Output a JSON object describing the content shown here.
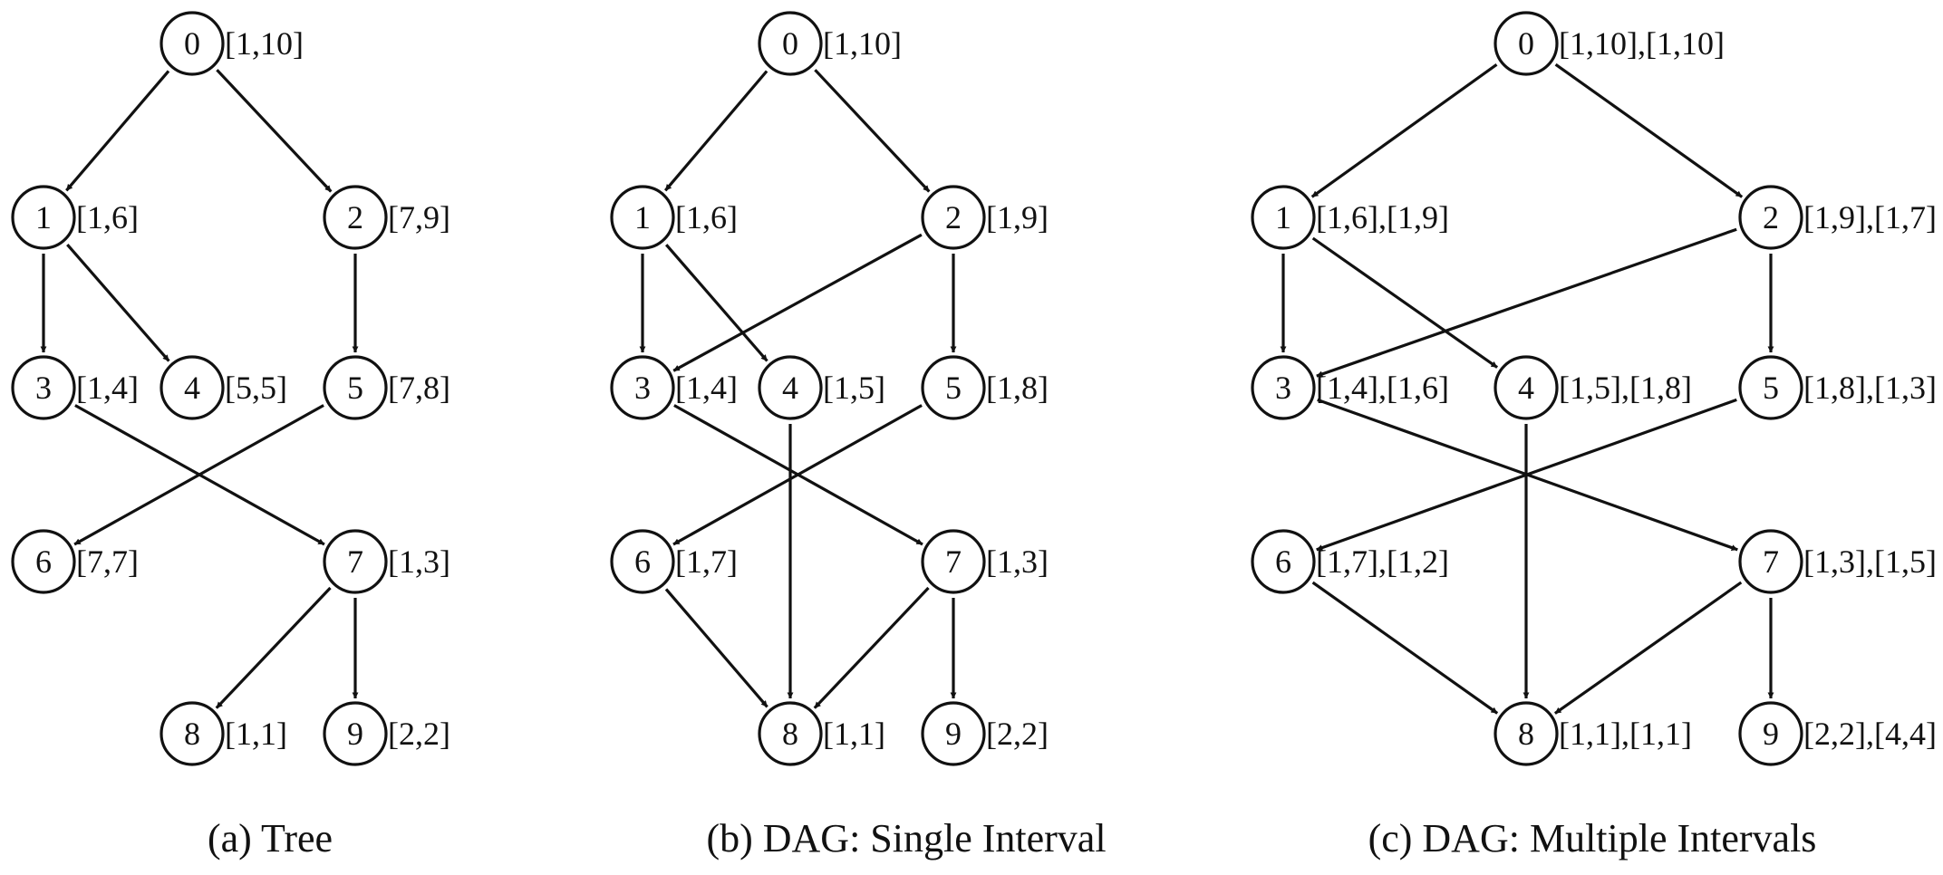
{
  "colors": {
    "stroke": "#111111",
    "background": "#ffffff"
  },
  "panels": [
    {
      "id": "tree",
      "caption": "(a) Tree",
      "nodes": [
        {
          "id": "0",
          "label": "[1,10]"
        },
        {
          "id": "1",
          "label": "[1,6]"
        },
        {
          "id": "2",
          "label": "[7,9]"
        },
        {
          "id": "3",
          "label": "[1,4]"
        },
        {
          "id": "4",
          "label": "[5,5]"
        },
        {
          "id": "5",
          "label": "[7,8]"
        },
        {
          "id": "6",
          "label": "[7,7]"
        },
        {
          "id": "7",
          "label": "[1,3]"
        },
        {
          "id": "8",
          "label": "[1,1]"
        },
        {
          "id": "9",
          "label": "[2,2]"
        }
      ],
      "edges": [
        [
          "0",
          "1"
        ],
        [
          "0",
          "2"
        ],
        [
          "1",
          "3"
        ],
        [
          "1",
          "4"
        ],
        [
          "2",
          "5"
        ],
        [
          "3",
          "7"
        ],
        [
          "5",
          "6"
        ],
        [
          "7",
          "8"
        ],
        [
          "7",
          "9"
        ]
      ]
    },
    {
      "id": "dag-single",
      "caption": "(b) DAG: Single Interval",
      "nodes": [
        {
          "id": "0",
          "label": "[1,10]"
        },
        {
          "id": "1",
          "label": "[1,6]"
        },
        {
          "id": "2",
          "label": "[1,9]"
        },
        {
          "id": "3",
          "label": "[1,4]"
        },
        {
          "id": "4",
          "label": "[1,5]"
        },
        {
          "id": "5",
          "label": "[1,8]"
        },
        {
          "id": "6",
          "label": "[1,7]"
        },
        {
          "id": "7",
          "label": "[1,3]"
        },
        {
          "id": "8",
          "label": "[1,1]"
        },
        {
          "id": "9",
          "label": "[2,2]"
        }
      ],
      "edges": [
        [
          "0",
          "1"
        ],
        [
          "0",
          "2"
        ],
        [
          "1",
          "3"
        ],
        [
          "1",
          "4"
        ],
        [
          "2",
          "3"
        ],
        [
          "2",
          "5"
        ],
        [
          "3",
          "7"
        ],
        [
          "4",
          "8"
        ],
        [
          "5",
          "6"
        ],
        [
          "6",
          "8"
        ],
        [
          "7",
          "8"
        ],
        [
          "7",
          "9"
        ]
      ]
    },
    {
      "id": "dag-multiple",
      "caption": "(c) DAG: Multiple Intervals",
      "nodes": [
        {
          "id": "0",
          "label": "[1,10],[1,10]"
        },
        {
          "id": "1",
          "label": "[1,6],[1,9]"
        },
        {
          "id": "2",
          "label": "[1,9],[1,7]"
        },
        {
          "id": "3",
          "label": "[1,4],[1,6]"
        },
        {
          "id": "4",
          "label": "[1,5],[1,8]"
        },
        {
          "id": "5",
          "label": "[1,8],[1,3]"
        },
        {
          "id": "6",
          "label": "[1,7],[1,2]"
        },
        {
          "id": "7",
          "label": "[1,3],[1,5]"
        },
        {
          "id": "8",
          "label": "[1,1],[1,1]"
        },
        {
          "id": "9",
          "label": "[2,2],[4,4]"
        }
      ],
      "edges": [
        [
          "0",
          "1"
        ],
        [
          "0",
          "2"
        ],
        [
          "1",
          "3"
        ],
        [
          "1",
          "4"
        ],
        [
          "2",
          "3"
        ],
        [
          "2",
          "5"
        ],
        [
          "3",
          "7"
        ],
        [
          "4",
          "8"
        ],
        [
          "5",
          "6"
        ],
        [
          "6",
          "8"
        ],
        [
          "7",
          "8"
        ],
        [
          "7",
          "9"
        ]
      ]
    }
  ]
}
